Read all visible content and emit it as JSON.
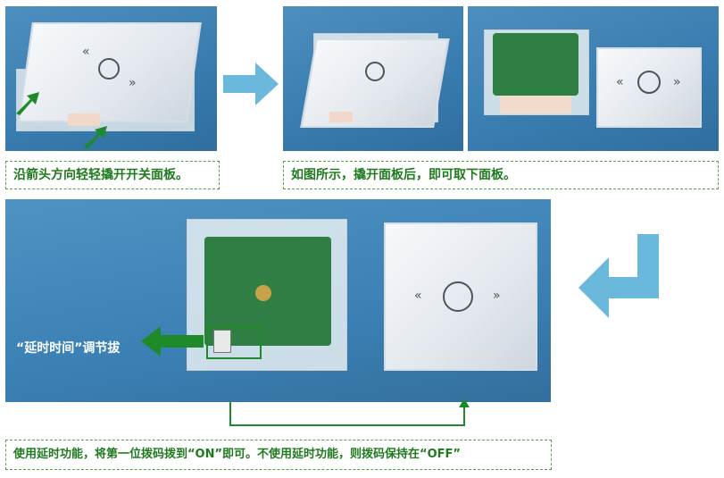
{
  "captions": {
    "step1": "沿箭头方向轻轻撬开开关面板。",
    "step2": "如图所示，撬开面板后，即可取下面板。",
    "step3": "使用延时功能，将第一位拨码拨到“ON”即可。不使用延时功能，则拨码保持在“OFF”"
  },
  "labels": {
    "dip_switch": "“延时时间”调节拔"
  },
  "panel_icons": {
    "left": "«",
    "right": "»"
  },
  "colors": {
    "caption_text": "#1f7a1f",
    "caption_border": "#5a9e4a",
    "flow_arrow": "#6ab8dc",
    "green_arrow": "#1e8a2a",
    "background_blue": "#3a7db0"
  }
}
